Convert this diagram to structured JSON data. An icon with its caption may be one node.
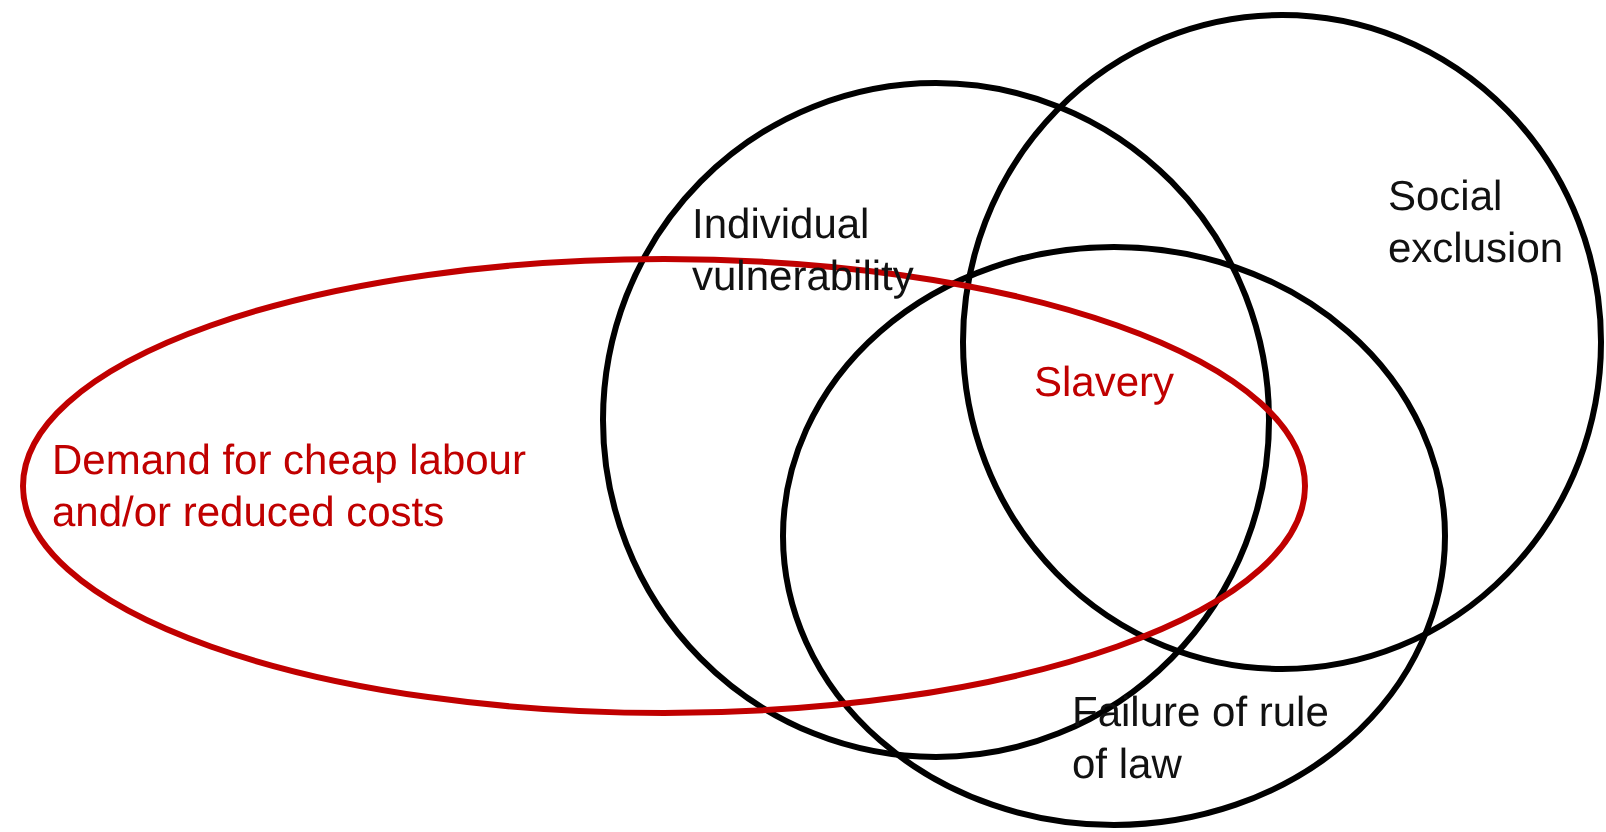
{
  "diagram": {
    "nodes": [
      {
        "text": [
          "Individual vulnerability"
        ]
      },
      {
        "text": [
          "Social exclusion"
        ]
      },
      {
        "text": [
          "Failure of rule of law"
        ]
      },
      {
        "text": [
          "Demand for cheap labour and/or reduced costs"
        ]
      }
    ],
    "labels": [
      "Slavery"
    ]
  }
}
